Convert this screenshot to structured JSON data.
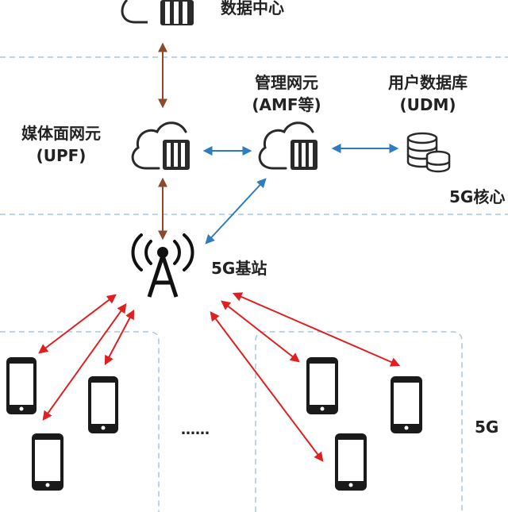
{
  "labels": {
    "data_center": "数据中心",
    "upf_name": "媒体面网元",
    "upf_abbr": "(UPF)",
    "amf_name": "管理网元",
    "amf_abbr": "(AMF等)",
    "udm_name": "用户数据库",
    "udm_abbr": "(UDM)",
    "core_tag": "5G核心",
    "base_station": "5G基站",
    "ellipsis": "……",
    "terminal_tag": "5G"
  },
  "colors": {
    "brown_link": "#8B4A2B",
    "blue_link": "#2E7DC0",
    "red_link": "#E02020",
    "dashed_line": "#A9C6E3",
    "icon_dark": "#2A2A2A"
  }
}
